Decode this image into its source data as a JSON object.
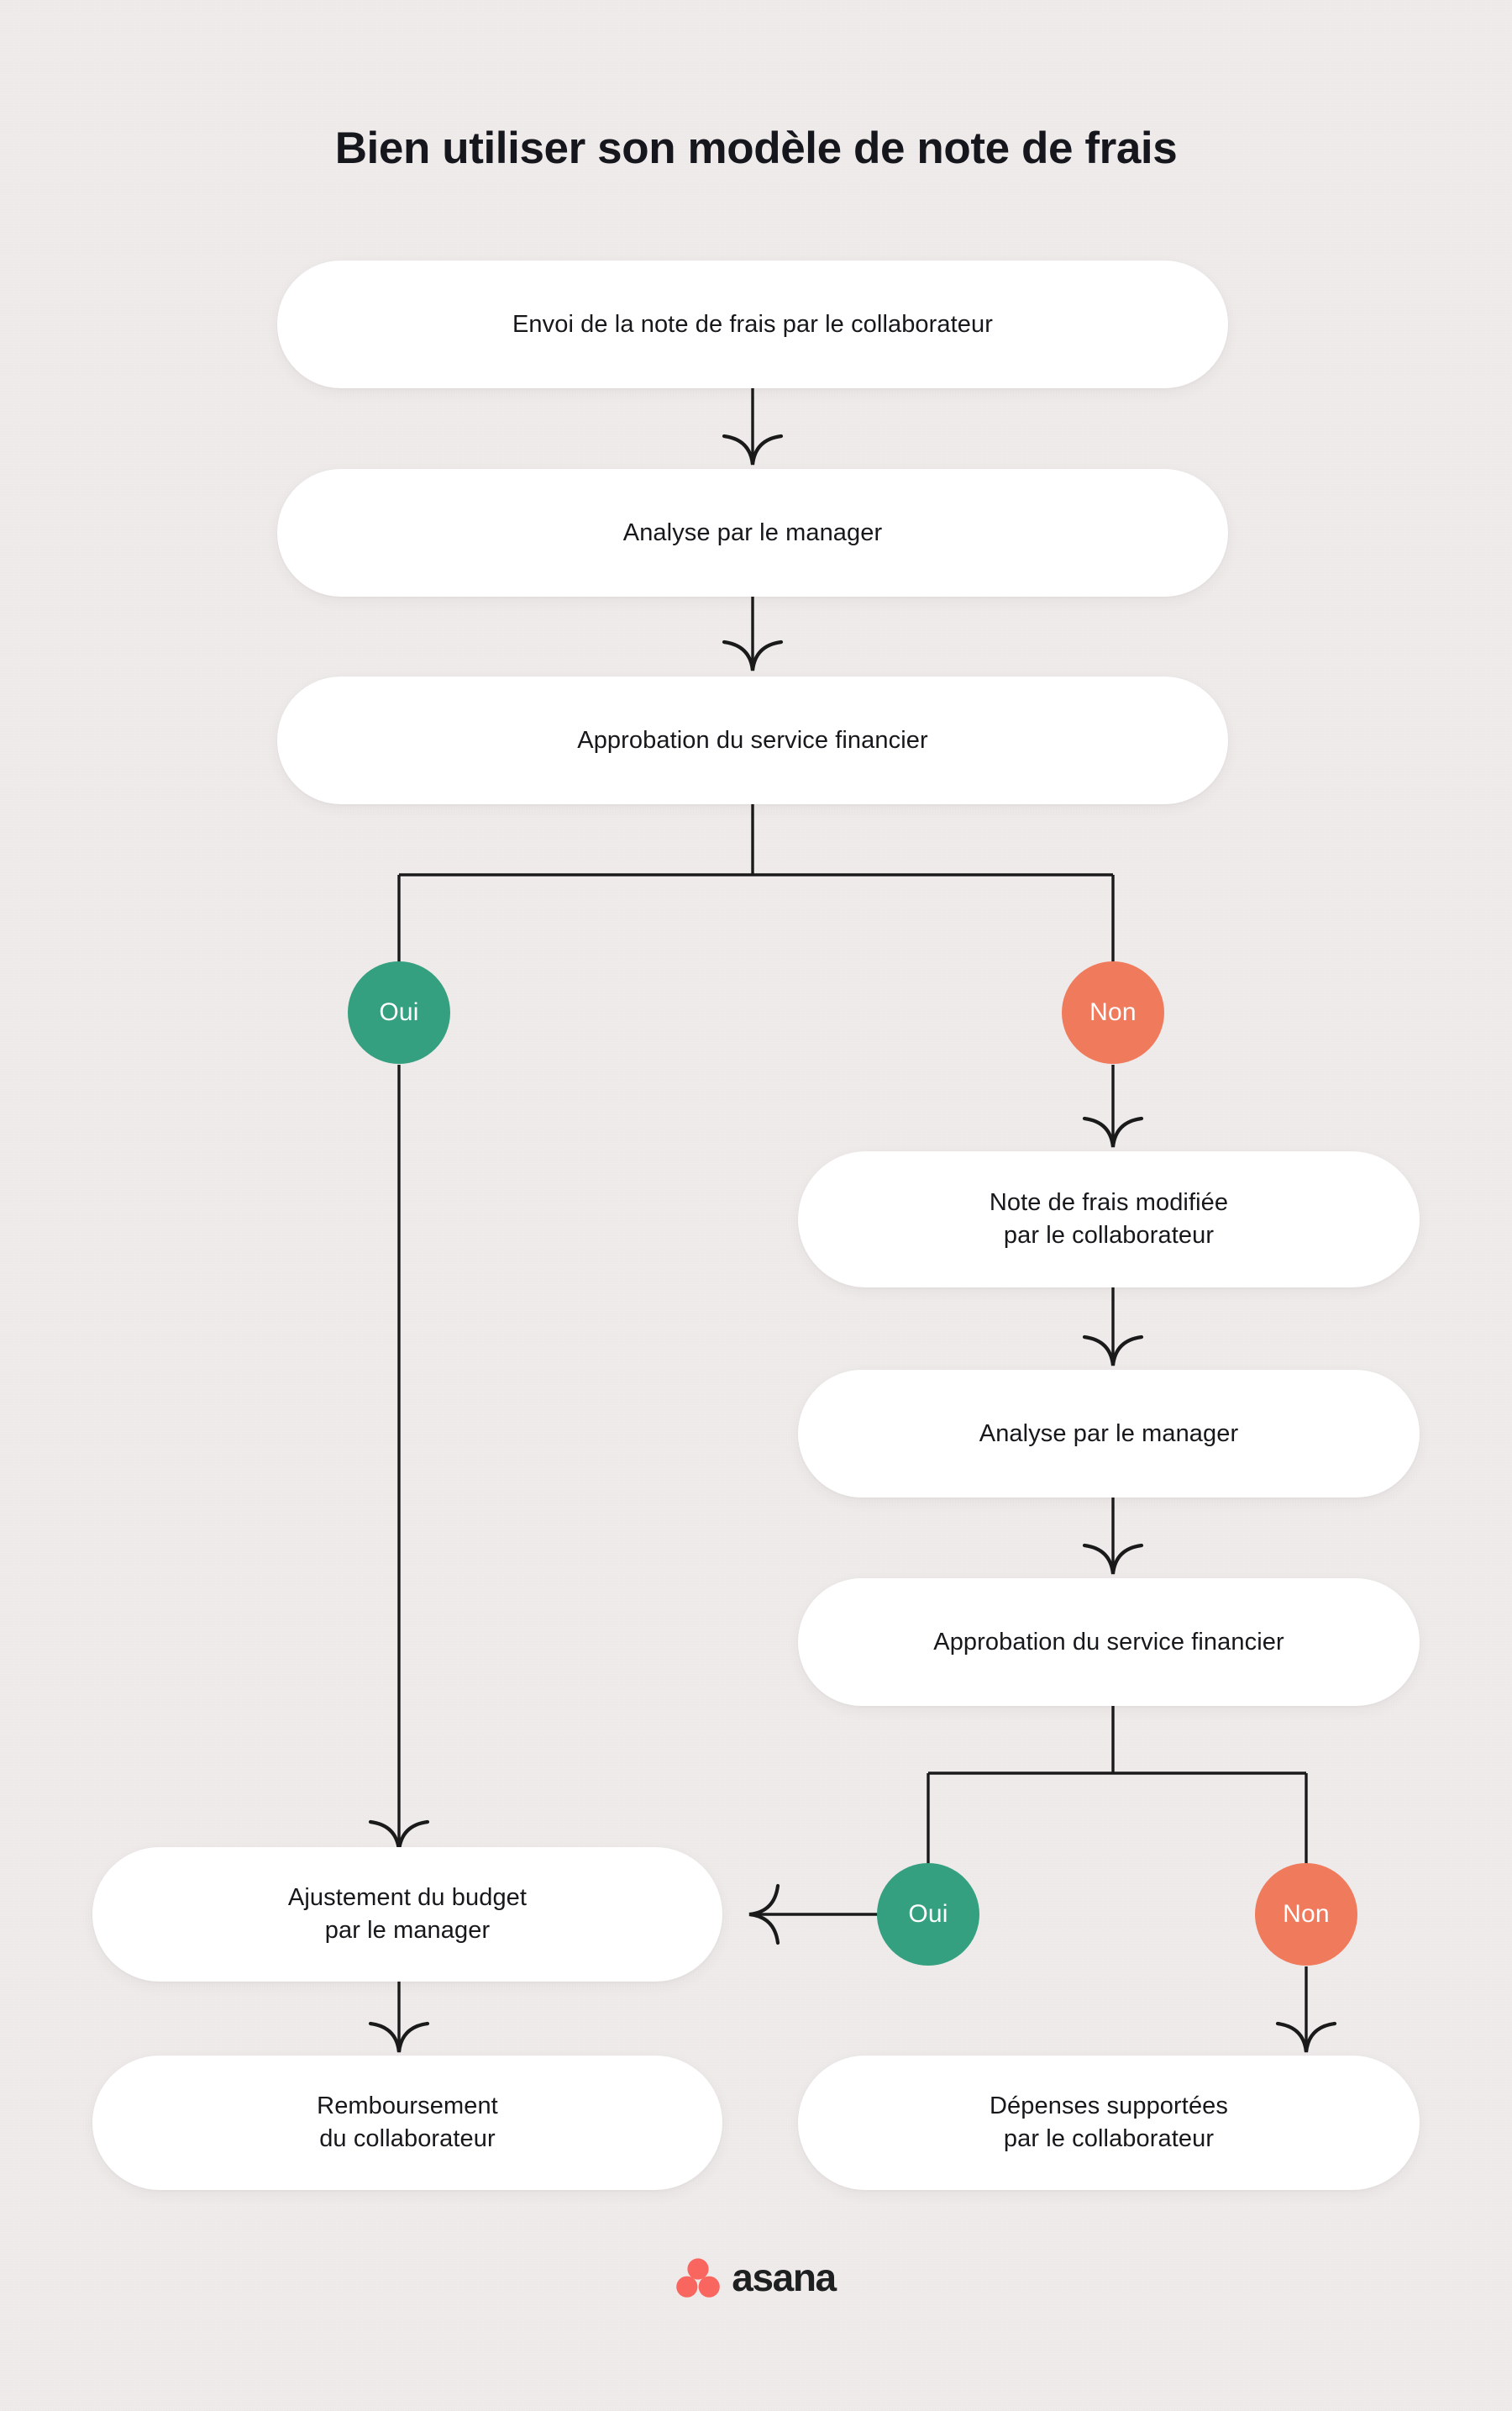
{
  "title": "Bien utiliser son modèle de note de frais",
  "theme": {
    "background": "#EFEBEB",
    "node_fill": "#FFFFFF",
    "text": "#17171C",
    "yes_color": "#35A07F",
    "no_color": "#F07B5C",
    "connector": "#1A1A1A",
    "brand_dot": "#F9655F",
    "brand_text": "#1E1F21"
  },
  "chart_data": {
    "type": "flowchart",
    "title": "Bien utiliser son modèle de note de frais",
    "orientation": "top-down",
    "nodes": [
      {
        "id": "n1",
        "label": "Envoi de la note de frais par le collaborateur",
        "shape": "pill",
        "column": "main"
      },
      {
        "id": "n2",
        "label": "Analyse par le manager",
        "shape": "pill",
        "column": "main"
      },
      {
        "id": "n3",
        "label": "Approbation du service financier",
        "shape": "pill",
        "column": "main"
      },
      {
        "id": "d1y",
        "label": "Oui",
        "shape": "circle",
        "color": "#35A07F"
      },
      {
        "id": "d1n",
        "label": "Non",
        "shape": "circle",
        "color": "#F07B5C"
      },
      {
        "id": "n4",
        "label": "Note de frais modifiée par le collaborateur",
        "line1": "Note de frais modifiée",
        "line2": "par le collaborateur",
        "shape": "pill",
        "column": "right"
      },
      {
        "id": "n5",
        "label": "Analyse par le manager",
        "shape": "pill",
        "column": "right"
      },
      {
        "id": "n6",
        "label": "Approbation du service financier",
        "shape": "pill",
        "column": "right"
      },
      {
        "id": "d2y",
        "label": "Oui",
        "shape": "circle",
        "color": "#35A07F"
      },
      {
        "id": "d2n",
        "label": "Non",
        "shape": "circle",
        "color": "#F07B5C"
      },
      {
        "id": "n7",
        "label": "Ajustement du budget par le manager",
        "line1": "Ajustement du budget",
        "line2": "par le manager",
        "shape": "pill",
        "column": "left"
      },
      {
        "id": "n8",
        "label": "Remboursement du collaborateur",
        "line1": "Remboursement",
        "line2": "du collaborateur",
        "shape": "pill",
        "column": "left"
      },
      {
        "id": "n9",
        "label": "Dépenses supportées par le collaborateur",
        "line1": "Dépenses supportées",
        "line2": "par le collaborateur",
        "shape": "pill",
        "column": "right"
      }
    ],
    "edges": [
      {
        "from": "n1",
        "to": "n2",
        "arrow": true
      },
      {
        "from": "n2",
        "to": "n3",
        "arrow": true
      },
      {
        "from": "n3",
        "to": "d1y",
        "arrow": false,
        "style": "elbow-left"
      },
      {
        "from": "n3",
        "to": "d1n",
        "arrow": false,
        "style": "elbow-right"
      },
      {
        "from": "d1y",
        "to": "n7",
        "arrow": true,
        "style": "vertical-long"
      },
      {
        "from": "d1n",
        "to": "n4",
        "arrow": true
      },
      {
        "from": "n4",
        "to": "n5",
        "arrow": true
      },
      {
        "from": "n5",
        "to": "n6",
        "arrow": true
      },
      {
        "from": "n6",
        "to": "d2y",
        "arrow": false,
        "style": "elbow-left"
      },
      {
        "from": "n6",
        "to": "d2n",
        "arrow": false,
        "style": "elbow-right"
      },
      {
        "from": "d2y",
        "to": "n7",
        "arrow": true,
        "style": "horizontal-left"
      },
      {
        "from": "d2n",
        "to": "n9",
        "arrow": true
      },
      {
        "from": "n7",
        "to": "n8",
        "arrow": true
      }
    ]
  },
  "nodes": {
    "n1": {
      "label": "Envoi de la note de frais par le collaborateur"
    },
    "n2": {
      "label": "Analyse par le manager"
    },
    "n3": {
      "label": "Approbation du service financier"
    },
    "d1y": {
      "label": "Oui"
    },
    "d1n": {
      "label": "Non"
    },
    "n4": {
      "line1": "Note de frais modifiée",
      "line2": "par le collaborateur"
    },
    "n5": {
      "label": "Analyse par le manager"
    },
    "n6": {
      "label": "Approbation du service financier"
    },
    "d2y": {
      "label": "Oui"
    },
    "d2n": {
      "label": "Non"
    },
    "n7": {
      "line1": "Ajustement du budget",
      "line2": "par le manager"
    },
    "n8": {
      "line1": "Remboursement",
      "line2": "du collaborateur"
    },
    "n9": {
      "line1": "Dépenses supportées",
      "line2": "par le collaborateur"
    }
  },
  "brand": {
    "name": "asana",
    "mark": "asana-logo-icon"
  }
}
